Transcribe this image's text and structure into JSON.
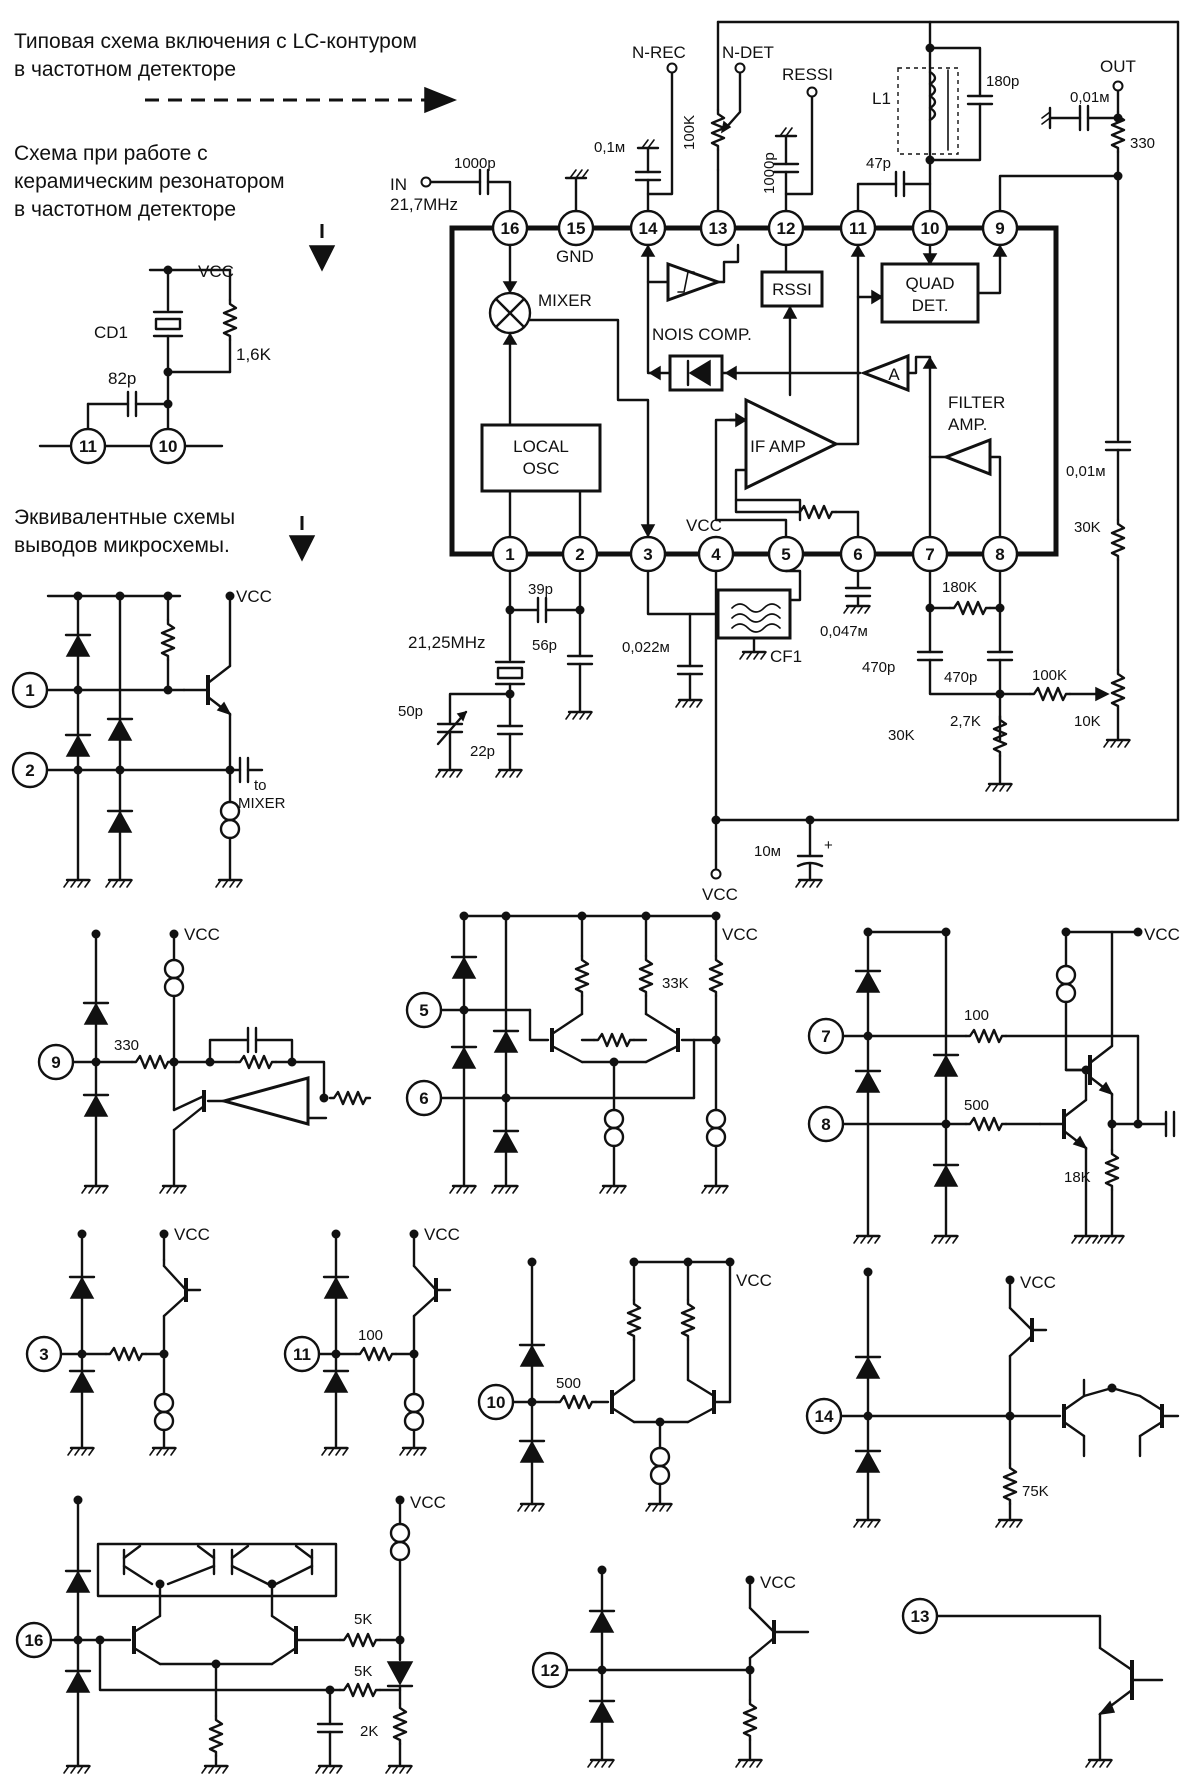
{
  "headings": {
    "lc_schematic": "Типовая схема включения с LC-контуром в частотном детекторе",
    "ceramic_schematic": "Схема при работе с керамическим резонатором в частотном детекторе",
    "equivalent_schematics": "Эквивалентные схемы выводов микросхемы."
  },
  "heading_lines": {
    "lc": [
      "Типовая схема включения с LC-контуром",
      "в частотном детекторе"
    ],
    "ceramic": [
      "Схема при работе с",
      "керамическим резонатором",
      "в частотном детекторе"
    ],
    "equivalent": [
      "Эквивалентные схемы",
      "выводов микросхемы."
    ]
  },
  "chip": {
    "pins_top": [
      "16",
      "15",
      "14",
      "13",
      "12",
      "11",
      "10",
      "9"
    ],
    "pins_bottom": [
      "1",
      "2",
      "3",
      "4",
      "5",
      "6",
      "7",
      "8"
    ],
    "blocks": {
      "mixer": "MIXER",
      "local_osc": [
        "LOCAL",
        "OSC"
      ],
      "rssi": "RSSI",
      "quad_det": [
        "QUAD",
        "DET."
      ],
      "nois_comp": "NOIS COMP.",
      "if_amp": "IF AMP",
      "amp_a": "A",
      "filter_amp": [
        "FILTER",
        "AMP."
      ]
    }
  },
  "signals": {
    "in": "IN",
    "in_freq": "21,7MHz",
    "gnd": "GND",
    "n_rec": "N-REC",
    "n_det": "N-DET",
    "ressi": "RESSI",
    "out": "OUT",
    "vcc": "VCC",
    "cf1": "CF1",
    "l1": "L1",
    "to_mixer": [
      "to",
      "MIXER"
    ]
  },
  "components": {
    "c_in": "1000p",
    "c14": "0,1м",
    "r13": "100K",
    "c12": "1000p",
    "c11": "47p",
    "c_tank": "180p",
    "c_out": "0,01м",
    "r_out": "330",
    "c_right": "0,01м",
    "r_right": "30K",
    "crystal": "21,25MHz",
    "c39": "39p",
    "c56": "56p",
    "c50": "50p",
    "c22": "22p",
    "c3": "0,022м",
    "c6": "0,047м",
    "r180": "180K",
    "c7": "470p",
    "c8": "470p",
    "r30": "30K",
    "r2k7": "2,7K",
    "r100k": "100K",
    "pot10k": "10K",
    "c_vcc": "10м",
    "cd1": "CD1",
    "c82": "82p",
    "r1k6": "1,6K"
  },
  "equivalent": {
    "r9": "330",
    "r33k": "33K",
    "r7": "100",
    "r8": "500",
    "r18k": "18K",
    "r11": "100",
    "r10": "500",
    "r75k": "75K",
    "r16a": "5K",
    "r16b": "5K",
    "r2k": "2K"
  },
  "pin_labels": {
    "eq1": "1",
    "eq2": "2",
    "eq9": "9",
    "eq5": "5",
    "eq6": "6",
    "eq7": "7",
    "eq8": "8",
    "eq3": "3",
    "eq11": "11",
    "eq10": "10",
    "eq14": "14",
    "eq16": "16",
    "eq12": "12",
    "eq13": "13",
    "cd10": "10",
    "cd11": "11"
  }
}
